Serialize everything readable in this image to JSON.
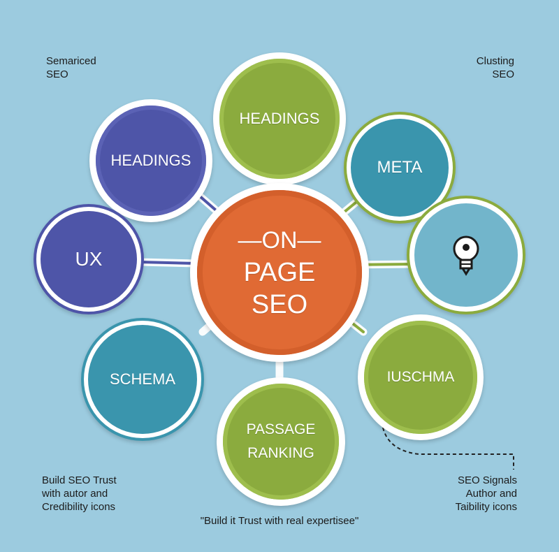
{
  "colors": {
    "background": "#9ccbdf",
    "orange": "#e06a34",
    "green": "#8bab3e",
    "purple": "#4e55a8",
    "teal": "#3a95ad",
    "light_teal": "#72b5cb",
    "connector": "#ffffff"
  },
  "center": {
    "line1": "—ON—",
    "line2": "PAGE",
    "line3": "SEO"
  },
  "nodes": {
    "top": {
      "label": "HEADINGS"
    },
    "top_left": {
      "label": "HEADINGS"
    },
    "meta": {
      "label": "META"
    },
    "ux": {
      "label": "UX"
    },
    "bulb": {
      "icon": "lightbulb-icon"
    },
    "schema": {
      "label": "SCHEMA"
    },
    "iuschma": {
      "label": "IUSCHMA"
    },
    "passage": {
      "line1": "PASSAGE",
      "line2": "RANKING"
    }
  },
  "corner_notes": {
    "top_left": {
      "line1": "Semariced",
      "line2": "SEO"
    },
    "top_right": {
      "line1": "Clusting",
      "line2": "SEO"
    },
    "bottom_left": {
      "line1": "Build SEO Trust",
      "line2": "with autor and",
      "line3": "Credibility icons"
    },
    "bottom_right": {
      "line1": "SEO Signals",
      "line2": "Author and",
      "line3": "Taibility icons"
    }
  },
  "bottom_quote": "\"Build it Trust with real expertisee\""
}
